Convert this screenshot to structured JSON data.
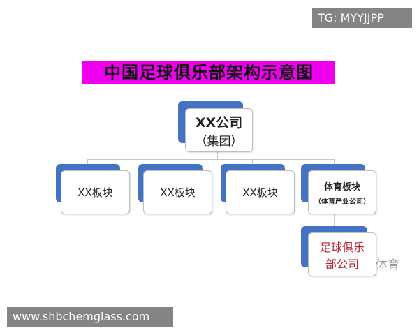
{
  "title": "中国足球俱乐部架构示意图",
  "root": {
    "line1": "XX公司",
    "line2": "（集团）"
  },
  "divisions": [
    {
      "label": "XX板块"
    },
    {
      "label": "XX板块"
    },
    {
      "label": "XX板块"
    },
    {
      "label": "体育板块",
      "sublabel": "（体育产业公司）"
    }
  ],
  "club": {
    "line1": "足球俱乐",
    "line2": "部公司"
  },
  "watermark_brand": "体育",
  "top_tag": "TG: MYYJJPP",
  "bottom_tag": "www.shbchemglass.com",
  "colors": {
    "title_bg": "#ee00ee",
    "box_accent": "#4472c4",
    "club_text": "#b22234"
  }
}
